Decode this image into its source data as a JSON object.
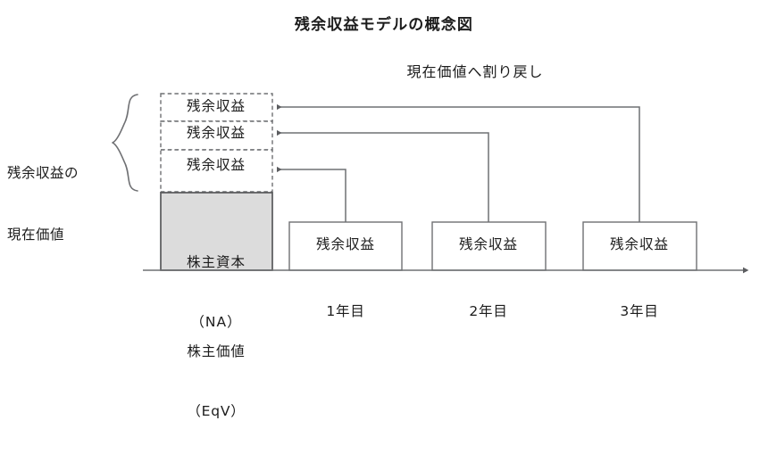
{
  "title": "残余収益モデルの概念図",
  "discount_caption": "現在価値へ割り戻し",
  "present_value_bracket": {
    "label_line1": "残余収益の",
    "label_line2": "現在価値"
  },
  "stack": {
    "residual_income_pv_boxes": [
      {
        "label": "残余収益"
      },
      {
        "label": "残余収益"
      },
      {
        "label": "残余収益"
      }
    ],
    "book_value_box": {
      "label_line1": "株主資本",
      "label_line2": "（NA）"
    }
  },
  "axis": {
    "equity_value": {
      "label_line1": "株主価値",
      "label_line2": "（EqV）"
    },
    "years": [
      {
        "tick_label": "1年目",
        "box_label": "残余収益"
      },
      {
        "tick_label": "2年目",
        "box_label": "残余収益"
      },
      {
        "tick_label": "3年目",
        "box_label": "残余収益"
      }
    ]
  },
  "colors": {
    "background": "#ffffff",
    "stroke": "#6f7073",
    "text": "#1c1c1c",
    "book_value_fill": "#dcdcdc",
    "book_value_stroke": "#58595b",
    "box_fill": "#ffffff"
  }
}
